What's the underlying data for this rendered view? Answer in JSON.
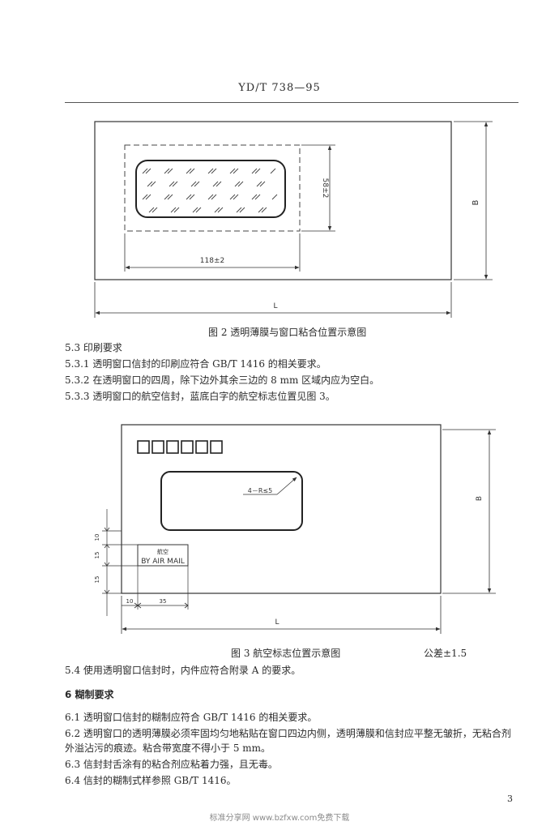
{
  "header": {
    "code": "YD/T 738—95"
  },
  "figure2": {
    "caption": "图 2 透明薄膜与窗口粘合位置示意图",
    "dim_width": "118±2",
    "dim_height": "58±2",
    "dim_B": "B",
    "dim_L": "L"
  },
  "section_5_3": {
    "title": "5.3 印刷要求",
    "items": [
      "5.3.1 透明窗口信封的印刷应符合 GB/T 1416 的相关要求。",
      "5.3.2 在透明窗口的四周，除下边外其余三边的 8 mm 区域内应为空白。",
      "5.3.3 透明窗口的航空信封，蓝底白字的航空标志位置见图 3。"
    ]
  },
  "figure3": {
    "caption": "图 3 航空标志位置示意图",
    "tolerance": "公差±1.5",
    "radius_label": "4－R≤5",
    "airmail_cn": "航空",
    "airmail_en": "BY AIR MAIL",
    "dim_10_top": "10",
    "dim_15_a": "15",
    "dim_15_b": "15",
    "dim_10_left": "10",
    "dim_35": "35",
    "dim_B": "B",
    "dim_L": "L"
  },
  "section_5_4": "5.4 使用透明窗口信封时，内件应符合附录 A 的要求。",
  "section_6": {
    "title": "6 糊制要求",
    "p1": "6.1 透明窗口信封的糊制应符合 GB/T 1416 的相关要求。",
    "p2": "6.2 透明窗口的透明薄膜必须牢固均匀地粘贴在窗口四边内侧，透明薄膜和信封应平整无皱折，无粘合剂外溢沾污的痕迹。粘合带宽度不得小于 5 mm。",
    "p3": "6.3 信封封舌涂有的粘合剂应粘着力强，且无毒。",
    "p4": "6.4 信封的糊制式样参照 GB/T 1416。"
  },
  "page_number": "3",
  "footer": "标准分享网 www.bzfxw.com免费下载"
}
